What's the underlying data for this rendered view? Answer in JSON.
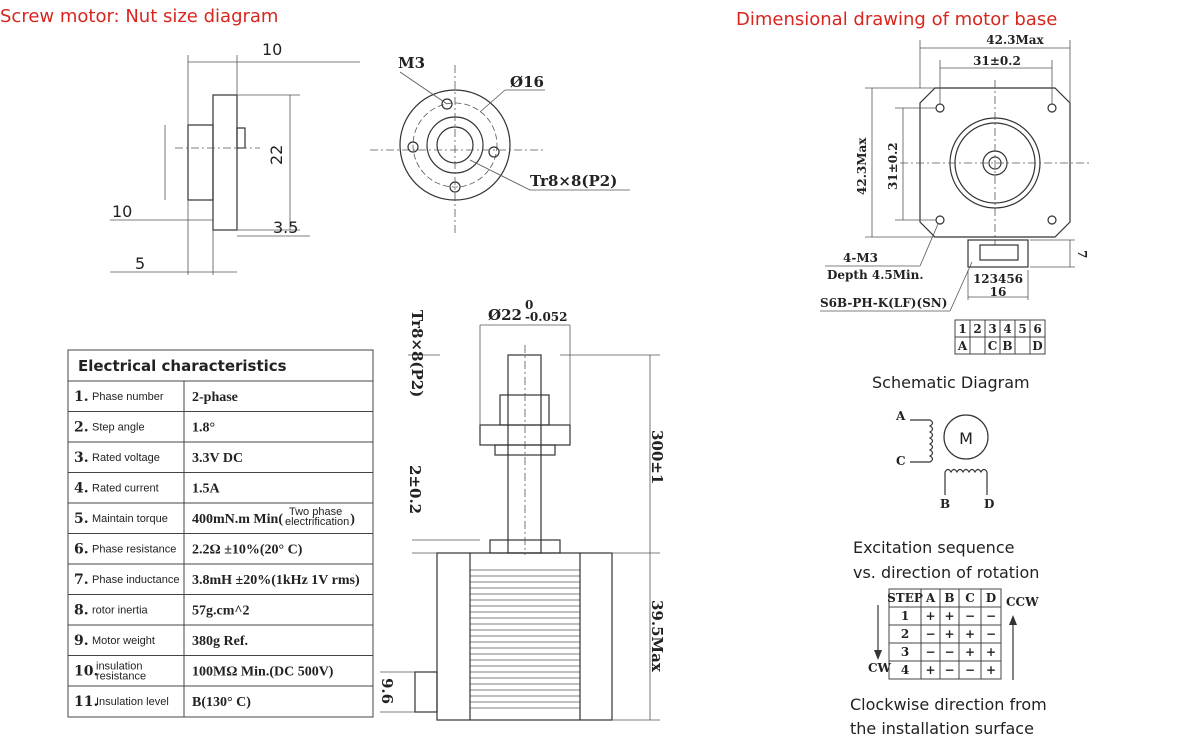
{
  "titles": {
    "left": "Screw motor: Nut size diagram",
    "right": "Dimensional drawing of motor base"
  },
  "nut_diagram": {
    "dim_top": "10",
    "dim_height": "22",
    "dim_35": "3.5",
    "dim_left": "10",
    "dim_bottom": "5",
    "m3": "M3",
    "diameter": "Ø16",
    "thread": "Tr8×8(P2)"
  },
  "motor_side": {
    "shaft_diameter": "Ø22",
    "shaft_tol_upper": "0",
    "shaft_tol_lower": "-0.052",
    "thread": "Tr8×8(P2)",
    "offset": "2±0.2",
    "length": "300±1",
    "body": "39.5Max",
    "connector": "9.6"
  },
  "electrical": {
    "title": "Electrical characteristics",
    "rows": [
      {
        "num": "1.",
        "name": "Phase number",
        "value": "2-phase"
      },
      {
        "num": "2.",
        "name": "Step angle",
        "value": "1.8°"
      },
      {
        "num": "3.",
        "name": "Rated voltage",
        "value": "3.3V DC"
      },
      {
        "num": "4.",
        "name": "Rated current",
        "value": "1.5A"
      },
      {
        "num": "5.",
        "name": "Maintain torque",
        "value": "400mN.m Min(",
        "note1": "Two phase",
        "note2": "electrification",
        "close": ")"
      },
      {
        "num": "6.",
        "name": "Phase resistance",
        "value": "2.2Ω ±10%(20° C)"
      },
      {
        "num": "7.",
        "name": "Phase inductance",
        "value": "3.8mH ±20%(1kHz 1V rms)"
      },
      {
        "num": "8.",
        "name": "rotor inertia",
        "value": "57g.cm^2"
      },
      {
        "num": "9.",
        "name": "Motor weight",
        "value": "380g Ref."
      },
      {
        "num": "10.",
        "name": "insulation",
        "name2": "resistance",
        "value": "100MΩ Min.(DC 500V)"
      },
      {
        "num": "11.",
        "name": "Insulation level",
        "value": "B(130° C)"
      }
    ]
  },
  "motor_base": {
    "width_max": "42.3Max",
    "hole_spacing": "31±0.2",
    "height_max": "42.3Max",
    "hole_spacing_v": "31±0.2",
    "holes": "4-M3",
    "depth": "Depth 4.5Min.",
    "connector": "S6B-PH-K(LF)(SN)",
    "pins": "123456",
    "conn_width": "16",
    "conn_height": "7"
  },
  "pin_table": {
    "pins": [
      "1",
      "2",
      "3",
      "4",
      "5",
      "6"
    ],
    "phases": [
      "A",
      "",
      "C",
      "B",
      "",
      "D"
    ]
  },
  "schematic": {
    "title": "Schematic Diagram",
    "motor": "M",
    "a": "A",
    "c": "C",
    "b": "B",
    "d": "D"
  },
  "excitation": {
    "title1": "Excitation sequence",
    "title2": "vs. direction of rotation",
    "headers": [
      "STEP",
      "A",
      "B",
      "C",
      "D"
    ],
    "rows": [
      [
        "1",
        "+",
        "+",
        "−",
        "−"
      ],
      [
        "2",
        "−",
        "+",
        "+",
        "−"
      ],
      [
        "3",
        "−",
        "−",
        "+",
        "+"
      ],
      [
        "4",
        "+",
        "−",
        "−",
        "+"
      ]
    ],
    "ccw": "CCW",
    "cw": "CW"
  },
  "footer": {
    "line1": "Clockwise direction from",
    "line2": "the installation surface"
  }
}
